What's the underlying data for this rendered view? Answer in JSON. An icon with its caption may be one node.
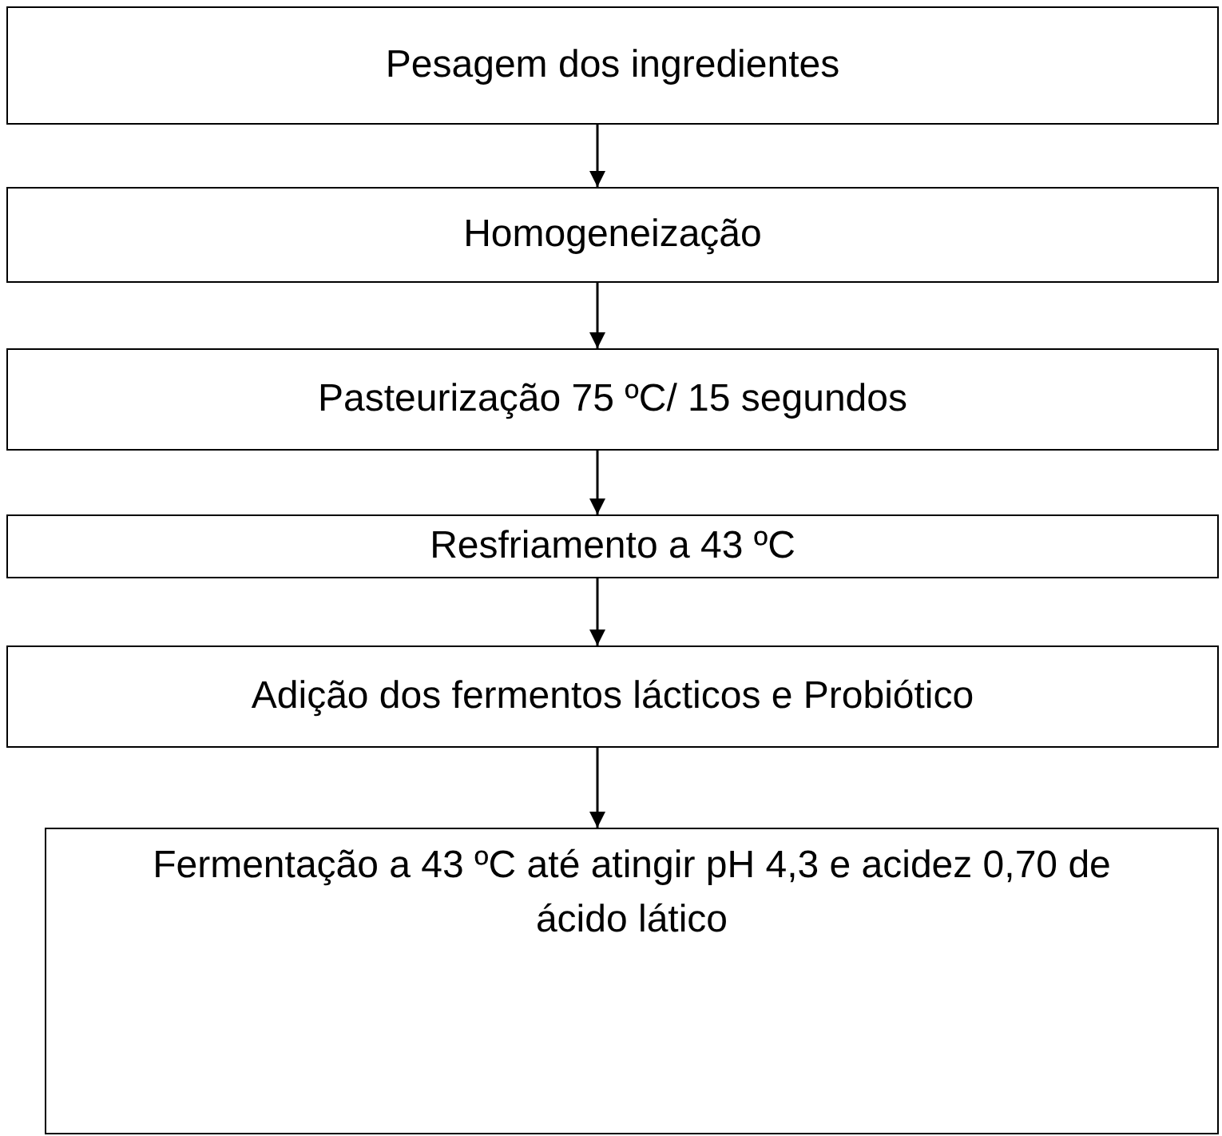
{
  "diagram": {
    "nodes": [
      {
        "text": [
          "Pesagem dos ingredientes"
        ]
      },
      {
        "text": [
          "Homogeneização"
        ]
      },
      {
        "text": [
          "Pasteurização 75 ºC/ 15 segundos"
        ]
      },
      {
        "text": [
          "Resfriamento a 43 ºC"
        ]
      },
      {
        "text": [
          "Adição dos fermentos lácticos e Probiótico"
        ]
      },
      {
        "text": [
          "Fermentação a 43 ºC até atingir pH 4,3 e acidez 0,70 de ácido lático"
        ]
      }
    ],
    "edges": [
      {
        "from": 0,
        "to": 1,
        "arrow": "to"
      },
      {
        "from": 1,
        "to": 2,
        "arrow": "to"
      },
      {
        "from": 2,
        "to": 3,
        "arrow": "to"
      },
      {
        "from": 3,
        "to": 4,
        "arrow": "to"
      },
      {
        "from": 4,
        "to": 5,
        "arrow": "to"
      }
    ]
  }
}
